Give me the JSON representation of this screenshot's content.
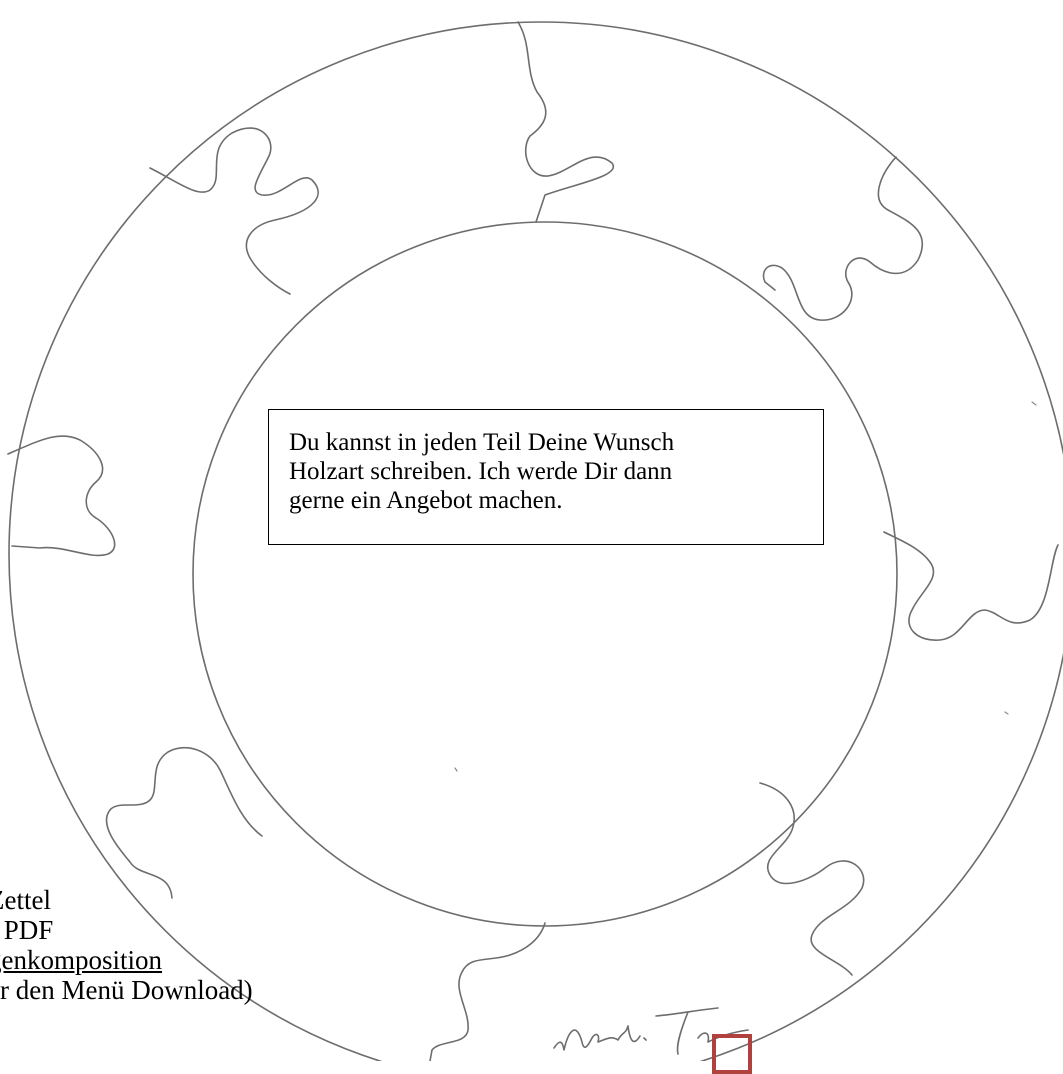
{
  "notice": {
    "lines": [
      "Du kannst in jeden Teil Deine Wunsch",
      "Holzart schreiben. Ich werde Dir dann",
      "gerne ein Angebot machen."
    ]
  },
  "side_note": {
    "lines": [
      "Zettel",
      "r PDF",
      "genkomposition",
      "er den Menü Download)"
    ]
  },
  "signature": {
    "text": "Andi Ti"
  },
  "colors": {
    "pencil": "#6d6d6d",
    "checkbox": "#b0413e"
  }
}
